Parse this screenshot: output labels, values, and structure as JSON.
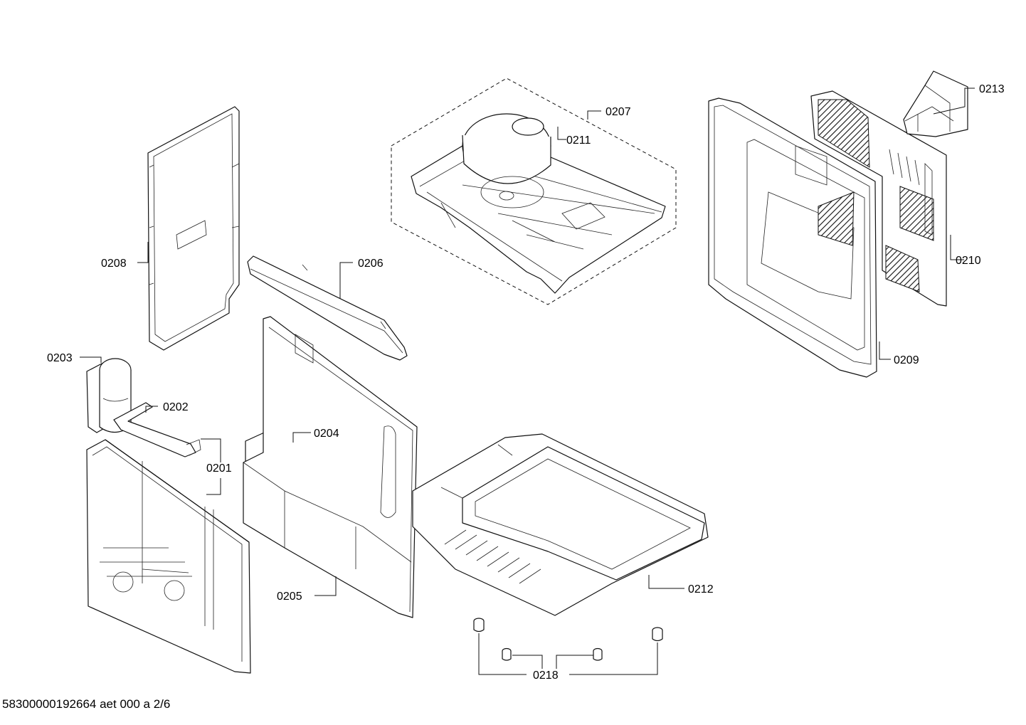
{
  "callouts": {
    "c0201": "0201",
    "c0202": "0202",
    "c0203": "0203",
    "c0204": "0204",
    "c0205": "0205",
    "c0206": "0206",
    "c0207": "0207",
    "c0208": "0208",
    "c0209": "0209",
    "c0210": "0210",
    "c0211": "0211",
    "c0212": "0212",
    "c0213": "0213",
    "c0218": "0218"
  },
  "footer": {
    "text": "58300000192664 aet 000 a 2/6"
  }
}
